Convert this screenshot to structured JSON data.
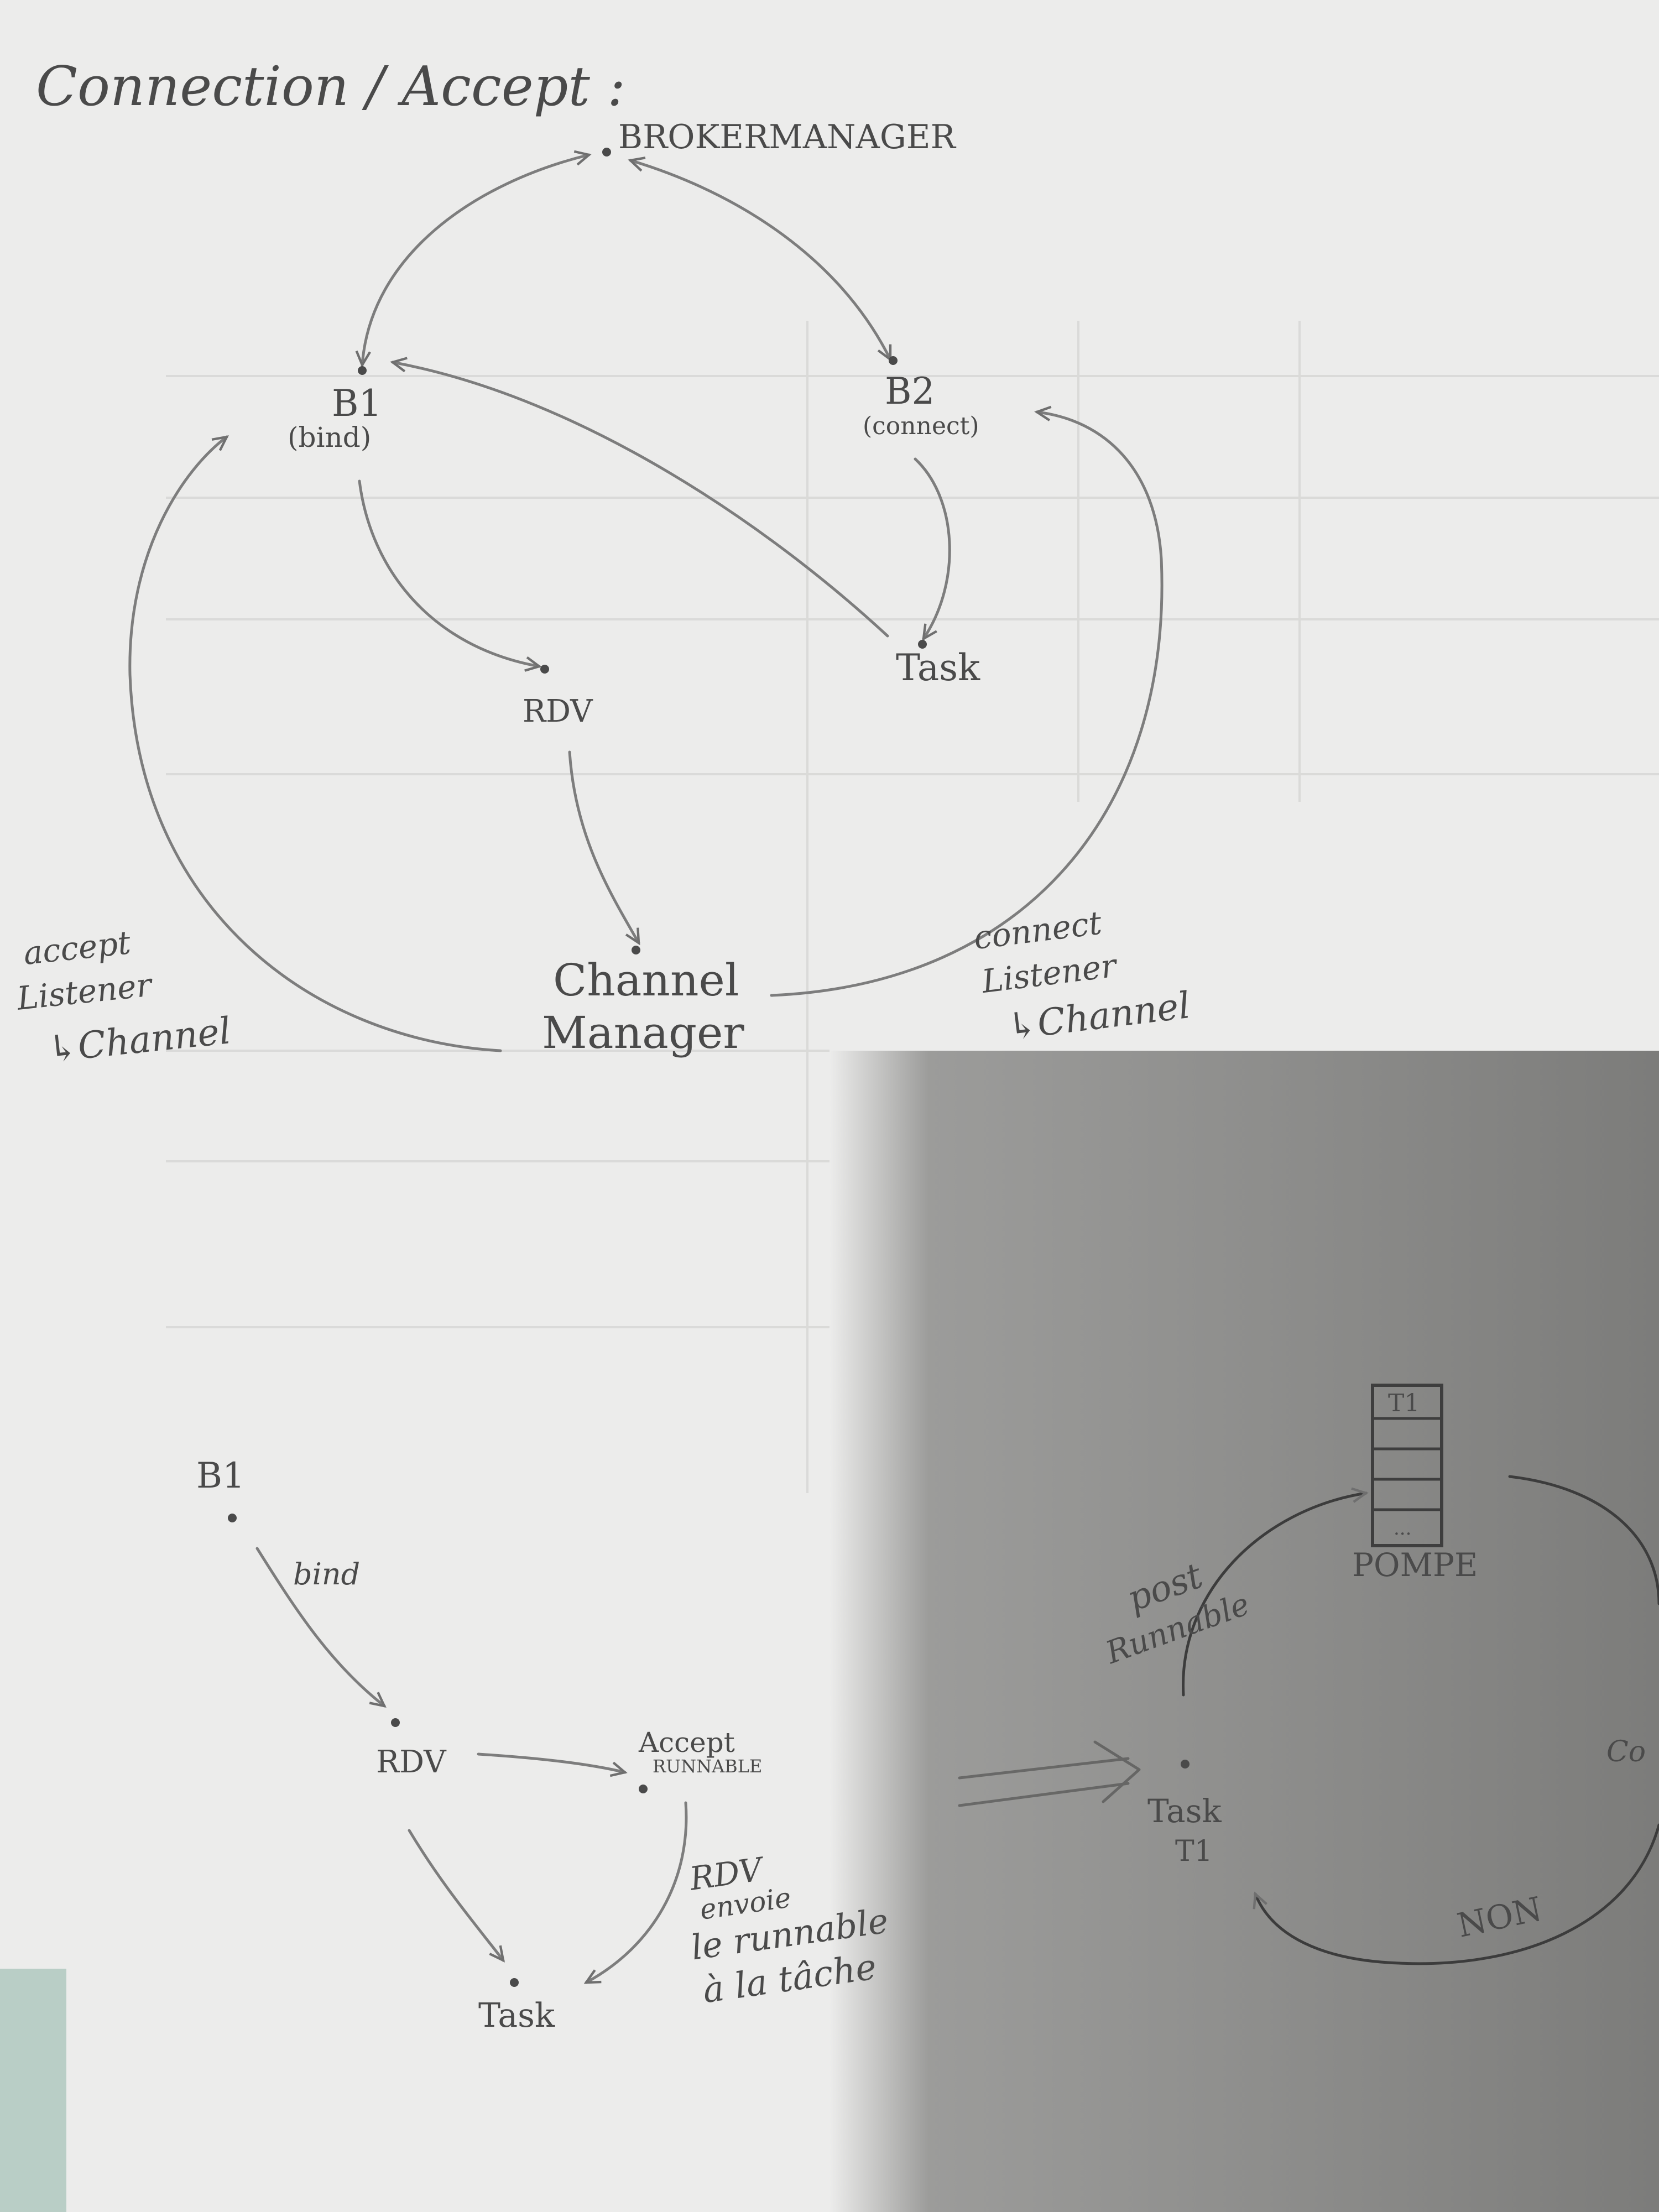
{
  "title": "Connection / Accept :",
  "diagram1": {
    "nodes": {
      "broker_manager": "BROKERMANAGER",
      "b1": "B1",
      "b1_note": "(bind)",
      "b2": "B2",
      "b2_note": "(connect)",
      "rdv": "RDV",
      "task": "Task",
      "channel_manager_1": "Channel",
      "channel_manager_2": "Manager"
    },
    "edge_labels": {
      "accept_1": "accept",
      "accept_2": "Listener",
      "accept_3": "↳Channel",
      "connect_1": "connect",
      "connect_2": "Listener",
      "connect_3": "↳Channel"
    }
  },
  "diagram2": {
    "nodes": {
      "b1": "B1",
      "rdv": "RDV",
      "accept_1": "Accept",
      "accept_2": "RUNNABLE",
      "task": "Task"
    },
    "edge_labels": {
      "bind": "bind",
      "rdv_note_1": "RDV",
      "rdv_note_2": "envoie",
      "rdv_note_3": "le runnable",
      "rdv_note_4": "à la tâche"
    }
  },
  "diagram3": {
    "nodes": {
      "task_1": "Task",
      "task_2": "T1",
      "queue_head": "T1",
      "queue_more": "...",
      "pompe": "POMPE",
      "partial_label": "Co"
    },
    "edge_labels": {
      "post_1": "post",
      "post_2": "Runnable",
      "non": "NON"
    }
  }
}
